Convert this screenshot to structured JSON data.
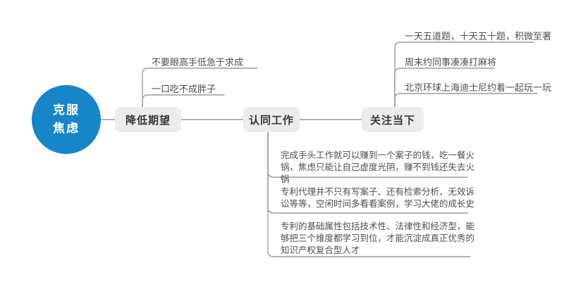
{
  "mindmap": {
    "root": {
      "label": "克服焦虑",
      "line1": "克服",
      "line2": "焦虑"
    },
    "main_topics": [
      {
        "label": "降低期望"
      },
      {
        "label": "认同工作"
      },
      {
        "label": "关注当下"
      }
    ],
    "branch_lower_expectations": {
      "children": [
        "不要眼高手低急于求成",
        "一口吃不成胖子"
      ]
    },
    "branch_identify_with_work": {
      "children": [
        "完成手头工作就可以赚到一个案子的钱，吃一餐火锅，焦虑只能让自己虚度光阴，赚不到钱还失去火锅",
        "专利代理并不只有写案子、还有检索分析、无效诉讼等等，空闲时间多看看案例，学习大佬的成长史",
        "专利的基础属性包括技术性、法律性和经济型，能够把三个维度都学习到位，才能沉淀成真正优秀的知识产权复合型人才"
      ]
    },
    "branch_focus_on_present": {
      "children": [
        "一天五道题，十天五十题，积微至著",
        "周末约同事凑凑打麻将",
        "北京环球上海迪士尼约着一起玩一玩"
      ]
    },
    "colors": {
      "root_bg": "#1686c8",
      "root_text": "#ffffff",
      "topic_bg": "#ececec",
      "topic_text": "#383838",
      "line": "#9c9c9c",
      "child_text": "#4f4f4f"
    }
  }
}
